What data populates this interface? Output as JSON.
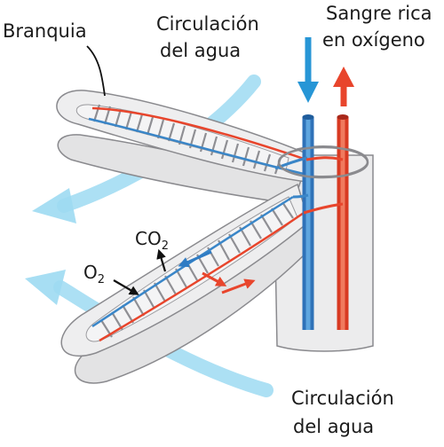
{
  "labels": {
    "branquia": "Branquia",
    "water_top_1": "Circulación",
    "water_top_2": "del agua",
    "blood_1": "Sangre rica",
    "blood_2": "en oxígeno",
    "co2_main": "CO",
    "co2_sub": "2",
    "o2_main": "O",
    "o2_sub": "2",
    "water_bottom_1": "Circulación",
    "water_bottom_2": "del agua"
  },
  "colors": {
    "water": "#7fd0ef",
    "oxygen_rich_blood": "#e8452c",
    "oxygen_poor_blood": "#3a86c8",
    "gill_tissue": "#e9e9ea",
    "outline": "#8a8a8e"
  }
}
